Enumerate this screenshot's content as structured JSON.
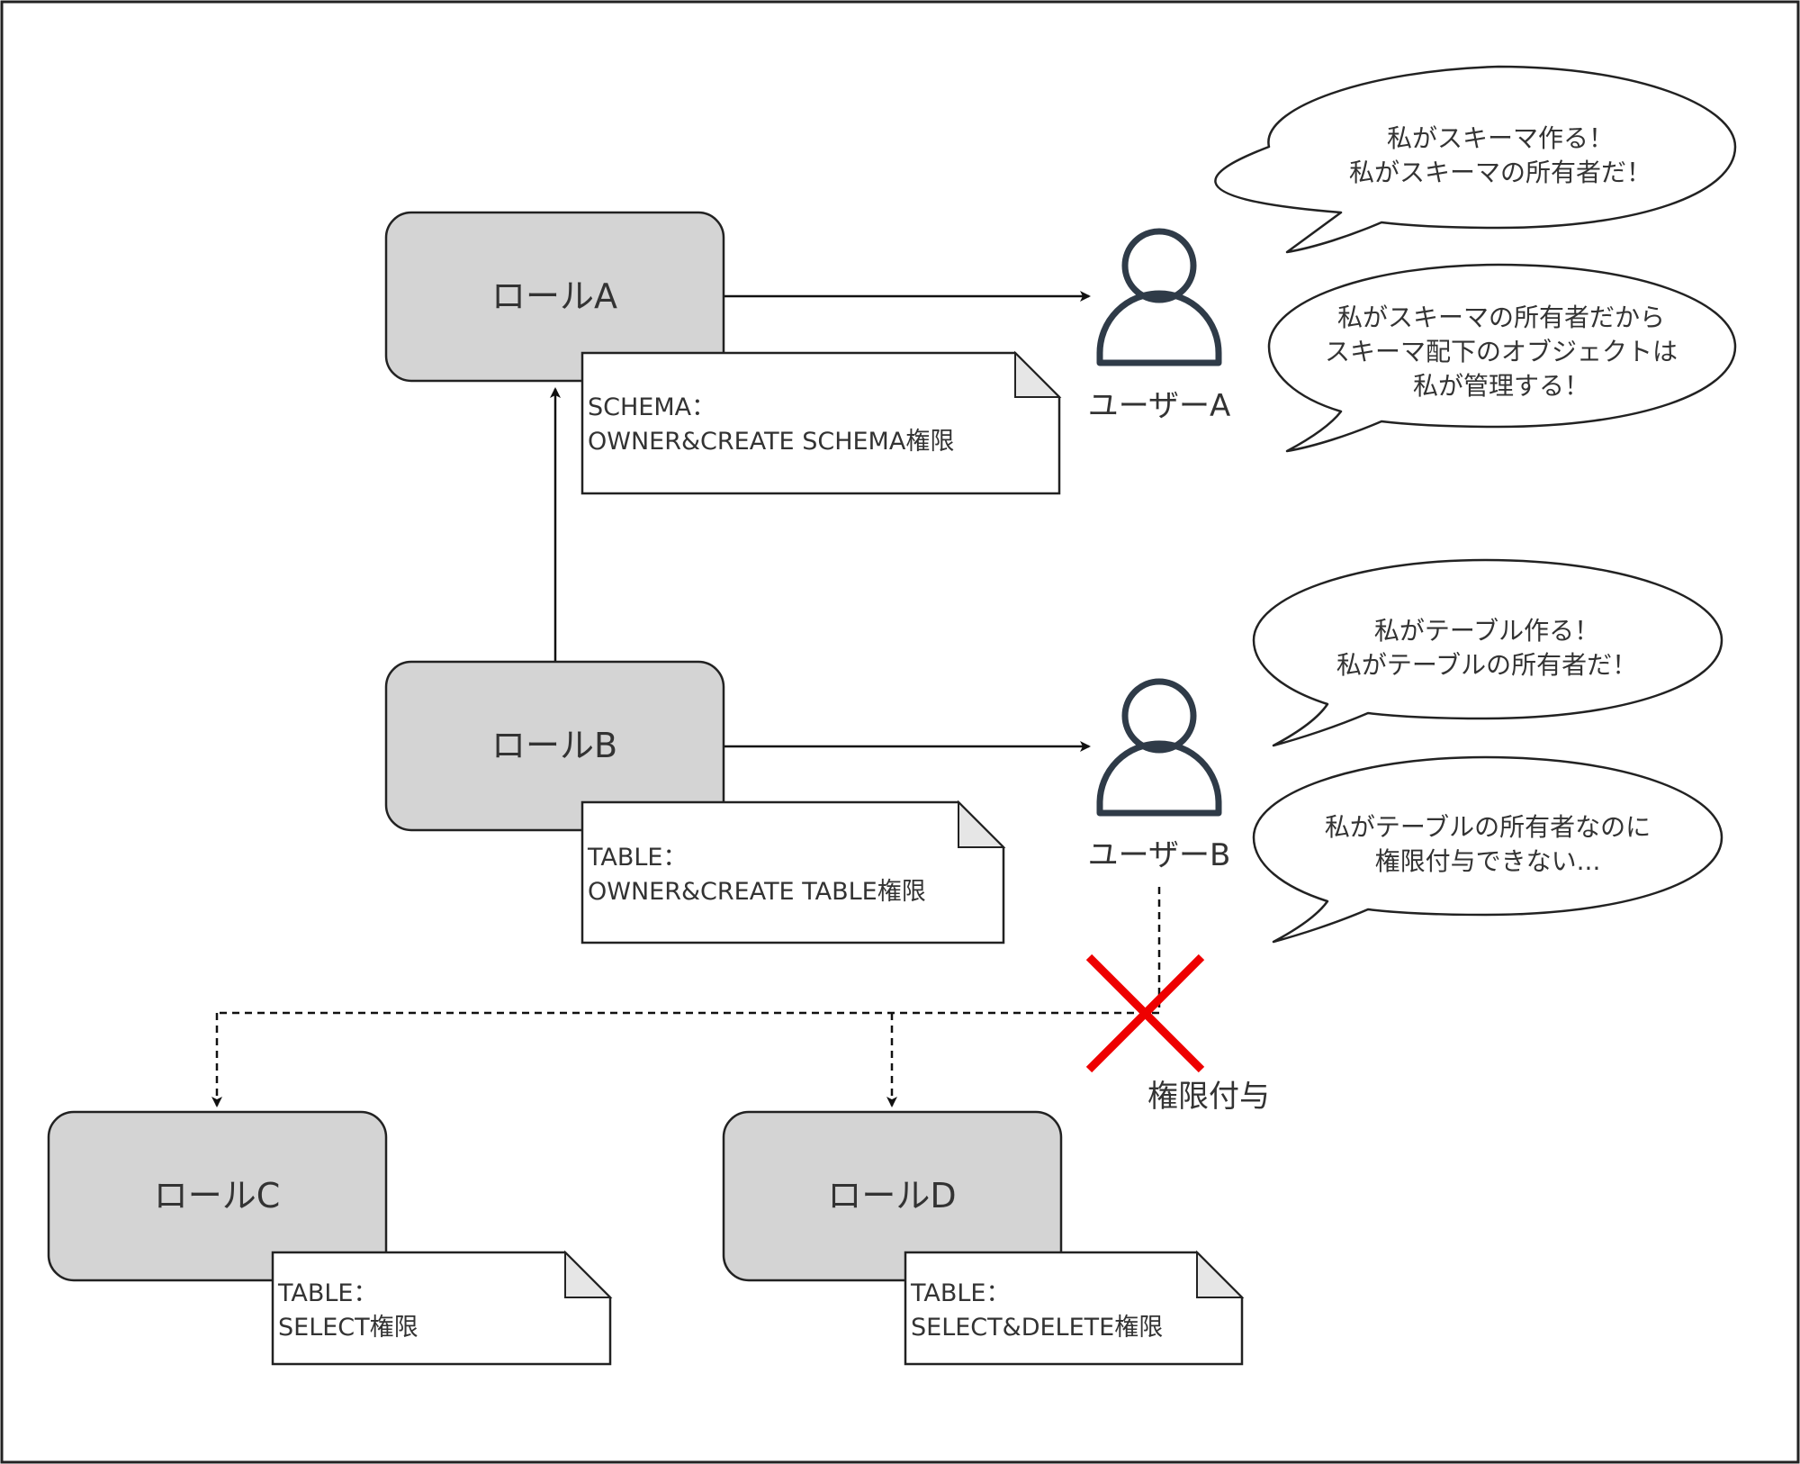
{
  "roles": {
    "a": "ロールA",
    "b": "ロールB",
    "c": "ロールC",
    "d": "ロールD"
  },
  "notes": {
    "a": {
      "line1": "SCHEMA：",
      "line2": "OWNER&CREATE SCHEMA権限"
    },
    "b": {
      "line1": "TABLE：",
      "line2": "OWNER&CREATE TABLE権限"
    },
    "c": {
      "line1": "TABLE：",
      "line2": "SELECT権限"
    },
    "d": {
      "line1": "TABLE：",
      "line2": "SELECT&DELETE権限"
    }
  },
  "users": {
    "a": "ユーザーA",
    "b": "ユーザーB"
  },
  "bubbles": {
    "a1": {
      "line1": "私がスキーマ作る！",
      "line2": "私がスキーマの所有者だ！"
    },
    "a2": {
      "line1": "私がスキーマの所有者だから",
      "line2": "スキーマ配下のオブジェクトは",
      "line3": "私が管理する！"
    },
    "b1": {
      "line1": "私がテーブル作る！",
      "line2": "私がテーブルの所有者だ！"
    },
    "b2": {
      "line1": "私がテーブルの所有者なのに",
      "line2": "権限付与できない..."
    }
  },
  "grant_label": "権限付与",
  "colors": {
    "role_fill": "#d4d4d4",
    "stroke": "#222222",
    "user_icon": "#2f3b48",
    "cross": "#ee0000",
    "note_fold": "#e6e6e6"
  }
}
